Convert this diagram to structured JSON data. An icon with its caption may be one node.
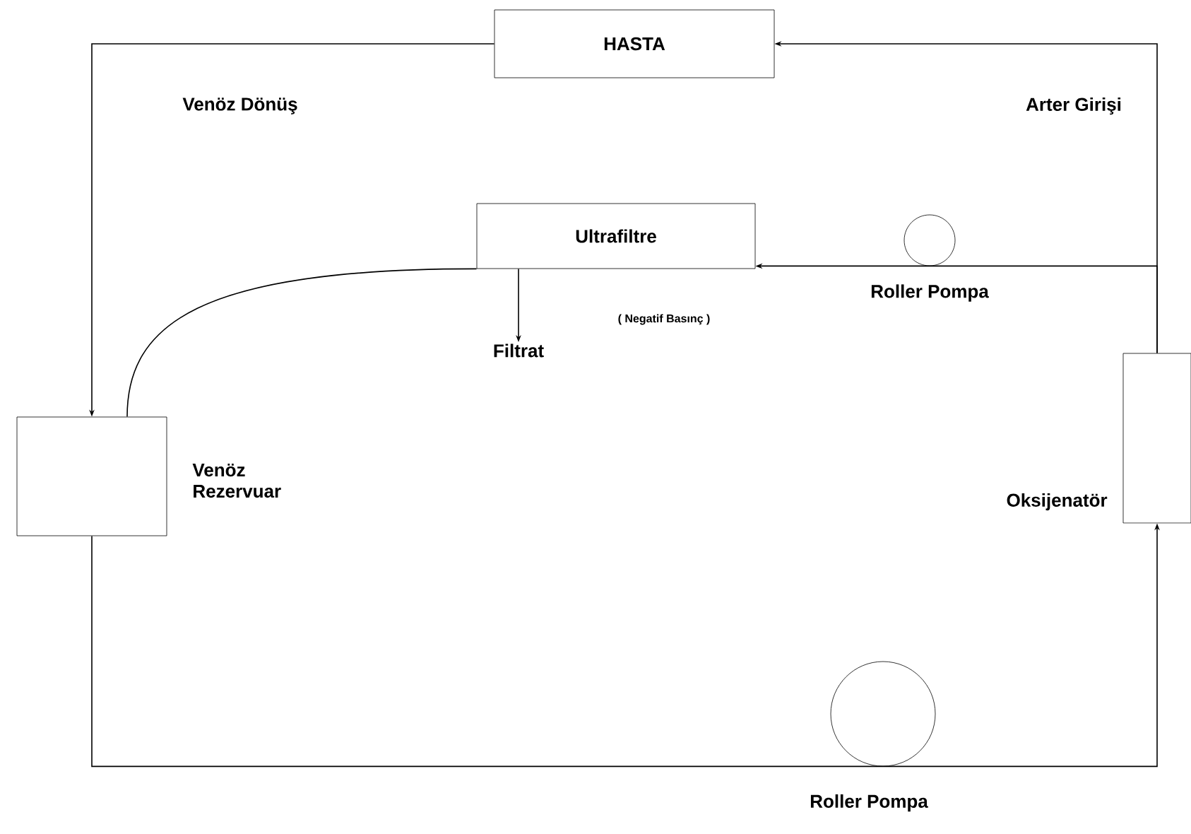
{
  "diagram": {
    "nodes": [
      {
        "text": [
          "HASTA"
        ]
      },
      {
        "text": [
          "Ultrafiltre"
        ]
      },
      {
        "text": [],
        "shape": "box",
        "beside": [
          "Venöz Rezervuar"
        ]
      },
      {
        "text": [],
        "shape": "box",
        "beside": [
          "Oksijenatör"
        ]
      },
      {
        "text": [],
        "shape": "circle",
        "beside": [
          "Roller Pompa"
        ]
      },
      {
        "text": [],
        "shape": "circle",
        "beside": [
          "Roller Pompa"
        ]
      },
      {
        "text": [
          "Filtrat"
        ]
      }
    ],
    "edges": [
      {
        "from": 0,
        "to": 2,
        "arrow": "to",
        "label": "Venöz Dönüş"
      },
      {
        "from": 1,
        "to": 2,
        "arrow": "none"
      },
      {
        "from": 1,
        "to": 6,
        "arrow": "to"
      },
      {
        "from": 3,
        "to": 4,
        "arrow": "none"
      },
      {
        "from": 4,
        "to": 1,
        "arrow": "to"
      },
      {
        "from": 3,
        "to": 0,
        "arrow": "to",
        "label": "Arter Girişi"
      },
      {
        "from": 2,
        "to": 5,
        "arrow": "none"
      },
      {
        "from": 5,
        "to": 3,
        "arrow": "to"
      }
    ],
    "labels": [
      "( Negatif Basınç )"
    ]
  }
}
